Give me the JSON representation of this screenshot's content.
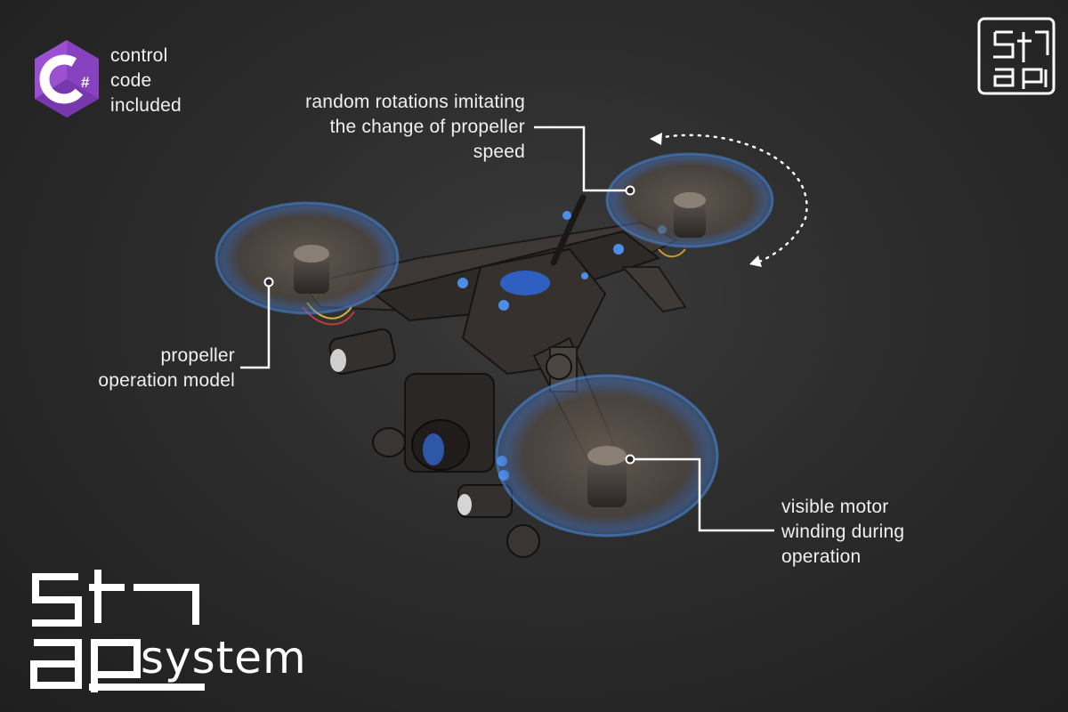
{
  "badge": {
    "icon": "csharp-hexagon-icon",
    "color": "#9b4fd1",
    "caption": "control\ncode\nincluded"
  },
  "annotations": {
    "rotations": "random rotations imitating\nthe change of propeller\nspeed",
    "propeller": "propeller\noperation model",
    "motor": "visible motor\nwinding during\noperation"
  },
  "brand": {
    "corner_logo": "st ap",
    "main_logo": "st ap system"
  },
  "colors": {
    "accent_blue": "#4a8ee8",
    "callout_line": "#ffffff",
    "background": "#2c2c2c"
  }
}
